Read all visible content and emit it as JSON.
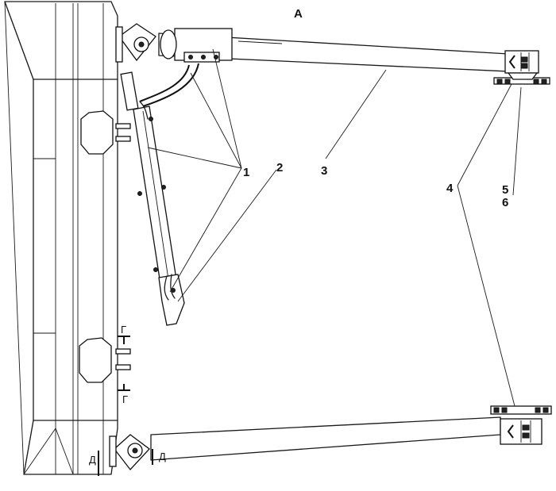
{
  "view_label": "А",
  "callouts": [
    "1",
    "2",
    "3",
    "4",
    "5",
    "6"
  ],
  "section_marks": [
    "Г",
    "Г",
    "Д",
    "Д"
  ]
}
